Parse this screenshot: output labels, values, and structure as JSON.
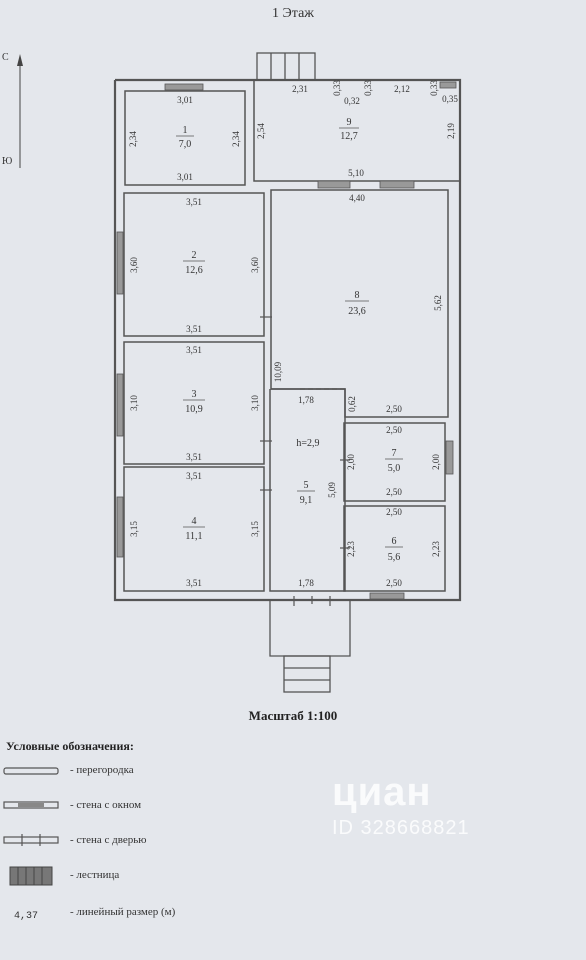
{
  "plan": {
    "title": "1 Этаж",
    "scale": "Масштаб 1:100",
    "compass": {
      "north": "С",
      "south": "Ю"
    },
    "height_label": "h=2,9"
  },
  "rooms": [
    {
      "id": "1",
      "num": "1",
      "area": "7,0"
    },
    {
      "id": "2",
      "num": "2",
      "area": "12,6"
    },
    {
      "id": "3",
      "num": "3",
      "area": "10,9"
    },
    {
      "id": "4",
      "num": "4",
      "area": "11,1"
    },
    {
      "id": "5",
      "num": "5",
      "area": "9,1"
    },
    {
      "id": "6",
      "num": "6",
      "area": "5,6"
    },
    {
      "id": "7",
      "num": "7",
      "area": "5,0"
    },
    {
      "id": "8",
      "num": "8",
      "area": "23,6"
    },
    {
      "id": "9",
      "num": "9",
      "area": "12,7"
    }
  ],
  "dimensions": {
    "r1_top": "3,01",
    "r1_bottom": "3,01",
    "r1_left": "2,34",
    "r1_right": "2,34",
    "r9_a": "2,31",
    "r9_b": "0,32",
    "r9_c": "0,33",
    "r9_d": "0,33",
    "r9_e": "2,12",
    "r9_f": "0,33",
    "r9_g": "0,35",
    "r9_left": "2,54",
    "r9_right": "2,19",
    "r9_bottom": "5,10",
    "r2_top": "3,51",
    "r2_bottom": "3,51",
    "r2_left": "3,60",
    "r2_right": "3,60",
    "r8_top": "4,40",
    "r8_right": "5,62",
    "r8_bottom": "2,50",
    "r3_top": "3,51",
    "r3_bottom": "3,51",
    "r3_left": "3,10",
    "r3_right": "3,10",
    "r4_top": "3,51",
    "r4_bottom": "3,51",
    "r4_left": "3,15",
    "r4_right": "3,15",
    "r5_top": "1,78",
    "r5_bottom": "1,78",
    "r5_right": "5,09",
    "r5_gap": "0,62",
    "corridor": "10,09",
    "r7_top": "2,50",
    "r7_bottom": "2,50",
    "r7_left": "2,00",
    "r7_right": "2,00",
    "r6_top": "2,50",
    "r6_bottom": "2,50",
    "r6_left": "2,23",
    "r6_right": "2,23"
  },
  "legend": {
    "title": "Условные обозначения:",
    "items": [
      {
        "icon": "partition-icon",
        "label": "- перегородка"
      },
      {
        "icon": "wall-window-icon",
        "label": "- стена с окном"
      },
      {
        "icon": "wall-door-icon",
        "label": "- стена с дверью"
      },
      {
        "icon": "stairs-icon",
        "label": "- лестница"
      },
      {
        "icon": "dimension-icon",
        "sample": "4,37",
        "label": "- линейный размер (м)"
      }
    ]
  },
  "watermark": {
    "brand": "циан",
    "id": "ID 328668821"
  },
  "colors": {
    "background": "#e4e7ec",
    "wall": "#555555",
    "window": "#777777",
    "stairs": "#666666"
  }
}
